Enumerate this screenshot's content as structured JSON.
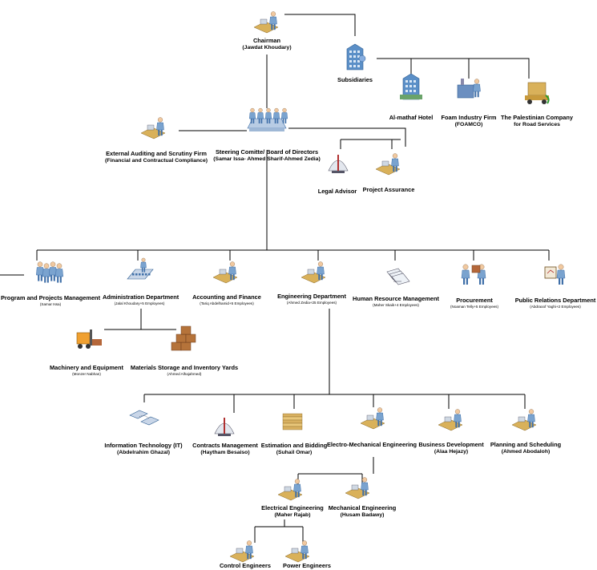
{
  "nodes": {
    "chairman": {
      "title": "Chairman",
      "sub": "(Jawdat Khoudary)",
      "icon": "person-at-desk-icon"
    },
    "subsidiaries": {
      "title": "Subsidiaries",
      "icon": "building-icon"
    },
    "almathaf": {
      "title": "Al-mathaf Hotel",
      "icon": "hotel-building-icon"
    },
    "foamco": {
      "title": "Foam Industry Firm",
      "sub": "(FOAMCO)",
      "icon": "factory-icon"
    },
    "palestinian": {
      "title": "The Palestinian Company",
      "sub": "for Road Services",
      "icon": "delivery-truck-icon"
    },
    "external": {
      "title": "External Auditing and Scrutiny Firm",
      "sub": "(Financial and Contractual Compliance)",
      "icon": "person-at-desk-icon"
    },
    "steering": {
      "title": "Steering Comitte/ Board of Directors",
      "sub": "(Samar Issa- Ahmed Sharif-Ahmed Zedia)",
      "icon": "meeting-table-icon"
    },
    "legal": {
      "title": "Legal Advisor",
      "icon": "scales-icon"
    },
    "assurance": {
      "title": "Project Assurance",
      "icon": "person-at-desk-icon"
    },
    "program": {
      "title": "Program and Projects Management",
      "sub": "(Samar Issa)",
      "icon": "group-of-people-icon"
    },
    "admin": {
      "title": "Administration Department",
      "sub": "(Jalal Khoudary+5 Employees)",
      "icon": "keyboard-icon"
    },
    "accounting": {
      "title": "Accounting and Finance",
      "sub": "(Tariq Abdelhamid+5 Employees)",
      "icon": "person-at-desk-icon"
    },
    "engineering": {
      "title": "Engineering Department",
      "sub": "(Ahmed Zedia+25 Employees)",
      "icon": "person-at-desk-icon"
    },
    "hr": {
      "title": "Human Resource Management",
      "sub": "(Maher Skaik+4 Employees)",
      "icon": "documents-icon"
    },
    "procurement": {
      "title": "Procurement",
      "sub": "(Noaman Telly+5 Employees)",
      "icon": "people-with-box-icon"
    },
    "pr": {
      "title": "Public Relations Department",
      "sub": "(Abdraoof Yaghi+2 Employees)",
      "icon": "presenter-board-icon"
    },
    "machinery": {
      "title": "Machinery and Equipment",
      "sub": "(Monzer Nabhan)",
      "icon": "forklift-icon"
    },
    "materials": {
      "title": "Materials Storage and Inventory Yards",
      "sub": "(Ahmed Alhajahmed)",
      "icon": "boxes-icon"
    },
    "it": {
      "title": "Information Technology (IT)",
      "sub": "(Abdelrahim Ghazal)",
      "icon": "telephone-icon"
    },
    "contracts": {
      "title": "Contracts Management",
      "sub": "(Haytham Besaiso)",
      "icon": "scales-icon"
    },
    "estimation": {
      "title": "Estimation and Bidding",
      "sub": "(Suhail Omar)",
      "icon": "paper-stack-icon"
    },
    "electromech": {
      "title": "Electro-Mechanical Engineering",
      "icon": "person-at-desk-icon"
    },
    "business": {
      "title": "Business Development",
      "sub": "(Alaa Hejazy)",
      "icon": "person-at-desk-icon"
    },
    "planning": {
      "title": "Planning and Scheduling",
      "sub": "(Ahmed Abodaloh)",
      "icon": "person-at-desk-icon"
    },
    "electrical": {
      "title": "Electrical Engineering",
      "sub": "(Maher Rajab)",
      "icon": "person-at-desk-icon"
    },
    "mechanical": {
      "title": "Mechanical Engineering",
      "sub": "(Husam Badawy)",
      "icon": "person-at-desk-icon"
    },
    "control": {
      "title": "Control Engineers",
      "icon": "person-at-desk-icon"
    },
    "power": {
      "title": "Power Engineers",
      "icon": "person-at-desk-icon"
    }
  },
  "colors": {
    "line": "#000000",
    "person": "#7aa3cf",
    "person_dark": "#3f6fa8",
    "desk": "#d9b15a",
    "skin": "#f1c9a0",
    "building": "#5b8fc7"
  }
}
